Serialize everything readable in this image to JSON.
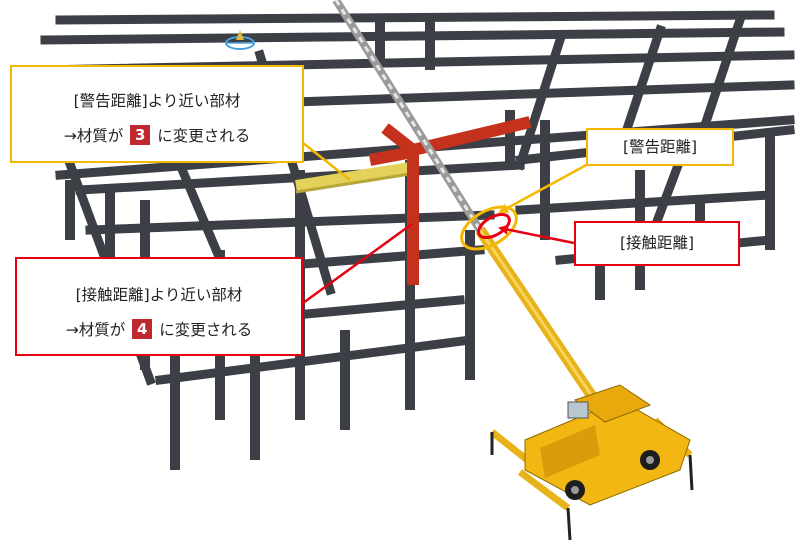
{
  "callouts": {
    "warning_members": {
      "line1": "[警告距離]より近い部材",
      "line2_pre": "→材質が",
      "material": "3",
      "line2_post": "に変更される"
    },
    "contact_members": {
      "line1": "[接触距離]より近い部材",
      "line2_pre": "→材質が",
      "material": "4",
      "line2_post": "に変更される"
    }
  },
  "labels": {
    "warning_distance": "[警告距離]",
    "contact_distance": "[接触距離]"
  },
  "colors": {
    "warning": "#f5b800",
    "contact": "#e60012",
    "badge": "#c0282f",
    "steel_frame": "#3c3f46",
    "warn_member": "#e3d25a",
    "contact_member": "#c4321e",
    "crane_body": "#f2b712"
  },
  "icons": {
    "marker": "node-marker-icon"
  }
}
